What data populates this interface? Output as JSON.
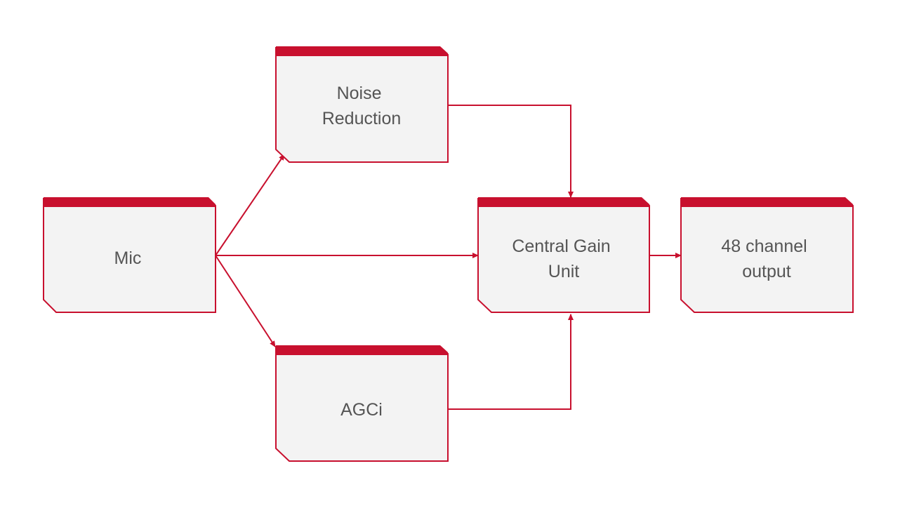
{
  "colors": {
    "accent": "#c8102e",
    "box_fill": "#f3f3f3",
    "text": "#555555",
    "background": "#ffffff"
  },
  "nodes": {
    "mic": {
      "lines": [
        "Mic"
      ]
    },
    "noise_reduction": {
      "lines": [
        "Noise",
        "Reduction"
      ]
    },
    "agci": {
      "lines": [
        "AGCi"
      ]
    },
    "central_gain_unit": {
      "lines": [
        "Central Gain",
        "Unit"
      ]
    },
    "output": {
      "lines": [
        "48 channel",
        "output"
      ]
    }
  },
  "edges": [
    {
      "from": "mic",
      "to": "noise_reduction"
    },
    {
      "from": "mic",
      "to": "central_gain_unit"
    },
    {
      "from": "mic",
      "to": "agci"
    },
    {
      "from": "noise_reduction",
      "to": "central_gain_unit"
    },
    {
      "from": "agci",
      "to": "central_gain_unit"
    },
    {
      "from": "central_gain_unit",
      "to": "output"
    }
  ]
}
